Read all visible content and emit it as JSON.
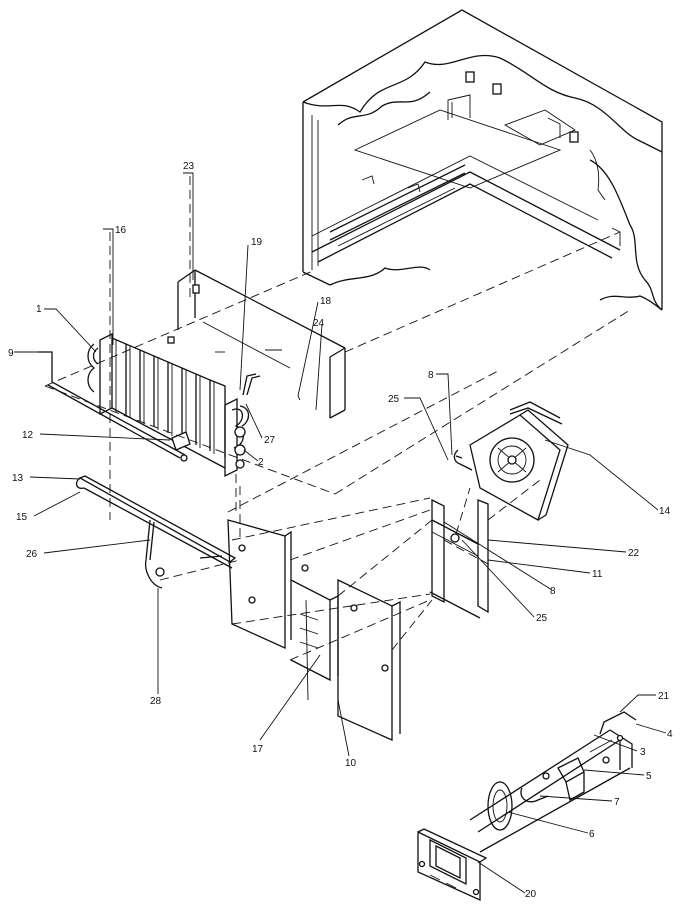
{
  "callouts": [
    {
      "id": "c1",
      "text": "1"
    },
    {
      "id": "c2",
      "text": "2"
    },
    {
      "id": "c3",
      "text": "3"
    },
    {
      "id": "c4",
      "text": "4"
    },
    {
      "id": "c5",
      "text": "5"
    },
    {
      "id": "c6",
      "text": "6"
    },
    {
      "id": "c7",
      "text": "7"
    },
    {
      "id": "c8a",
      "text": "8"
    },
    {
      "id": "c8b",
      "text": "8"
    },
    {
      "id": "c9",
      "text": "9"
    },
    {
      "id": "c10",
      "text": "10"
    },
    {
      "id": "c11",
      "text": "11"
    },
    {
      "id": "c12",
      "text": "12"
    },
    {
      "id": "c13",
      "text": "13"
    },
    {
      "id": "c14",
      "text": "14"
    },
    {
      "id": "c15",
      "text": "15"
    },
    {
      "id": "c16",
      "text": "16"
    },
    {
      "id": "c17",
      "text": "17"
    },
    {
      "id": "c18",
      "text": "18"
    },
    {
      "id": "c19",
      "text": "19"
    },
    {
      "id": "c20",
      "text": "20"
    },
    {
      "id": "c21",
      "text": "21"
    },
    {
      "id": "c22",
      "text": "22"
    },
    {
      "id": "c23",
      "text": "23"
    },
    {
      "id": "c24",
      "text": "24"
    },
    {
      "id": "c25a",
      "text": "25"
    },
    {
      "id": "c25b",
      "text": "25"
    },
    {
      "id": "c26",
      "text": "26"
    },
    {
      "id": "c27",
      "text": "27"
    },
    {
      "id": "c28",
      "text": "28"
    }
  ]
}
